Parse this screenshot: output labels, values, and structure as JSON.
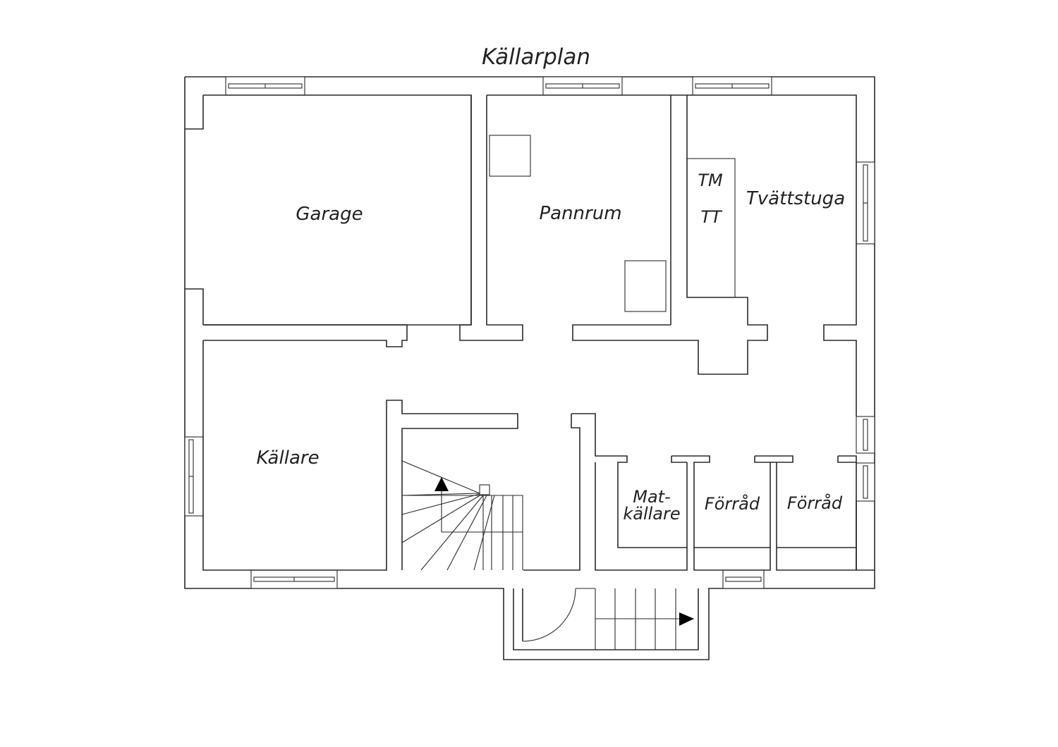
{
  "title": "Källarplan",
  "rooms": {
    "garage": "Garage",
    "pannrum": "Pannrum",
    "tvattstuga": "Tvättstuga",
    "tm": "TM",
    "tt": "TT",
    "kallare": "Källare",
    "matkallare_line1": "Mat-",
    "matkallare_line2": "källare",
    "forrad_1": "Förråd",
    "forrad_2": "Förråd"
  },
  "colors": {
    "line": "#2a2a2a",
    "background": "#ffffff",
    "arrow": "#000000"
  }
}
